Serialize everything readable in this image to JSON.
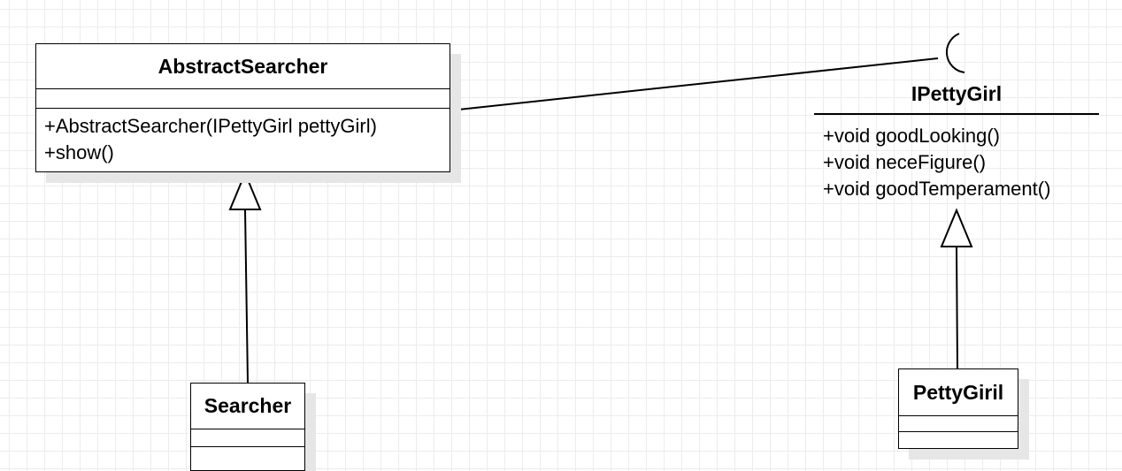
{
  "diagram": {
    "classes": [
      {
        "name": "AbstractSearcher",
        "attributes": [],
        "operations": [
          "+AbstractSearcher(IPettyGirl pettyGirl)",
          "+show()"
        ]
      },
      {
        "name": "Searcher",
        "attributes": [],
        "operations": []
      },
      {
        "name": "PettyGiril",
        "attributes": [],
        "operations": []
      }
    ],
    "interface": {
      "name": "IPettyGirl",
      "operations": [
        "+void goodLooking()",
        "+void neceFigure()",
        "+void goodTemperament()"
      ]
    },
    "relationships": [
      {
        "type": "generalization",
        "from": "Searcher",
        "to": "AbstractSearcher"
      },
      {
        "type": "realization",
        "from": "PettyGiril",
        "to": "IPettyGirl"
      },
      {
        "type": "required-interface",
        "from": "AbstractSearcher",
        "to": "IPettyGirl"
      }
    ]
  }
}
